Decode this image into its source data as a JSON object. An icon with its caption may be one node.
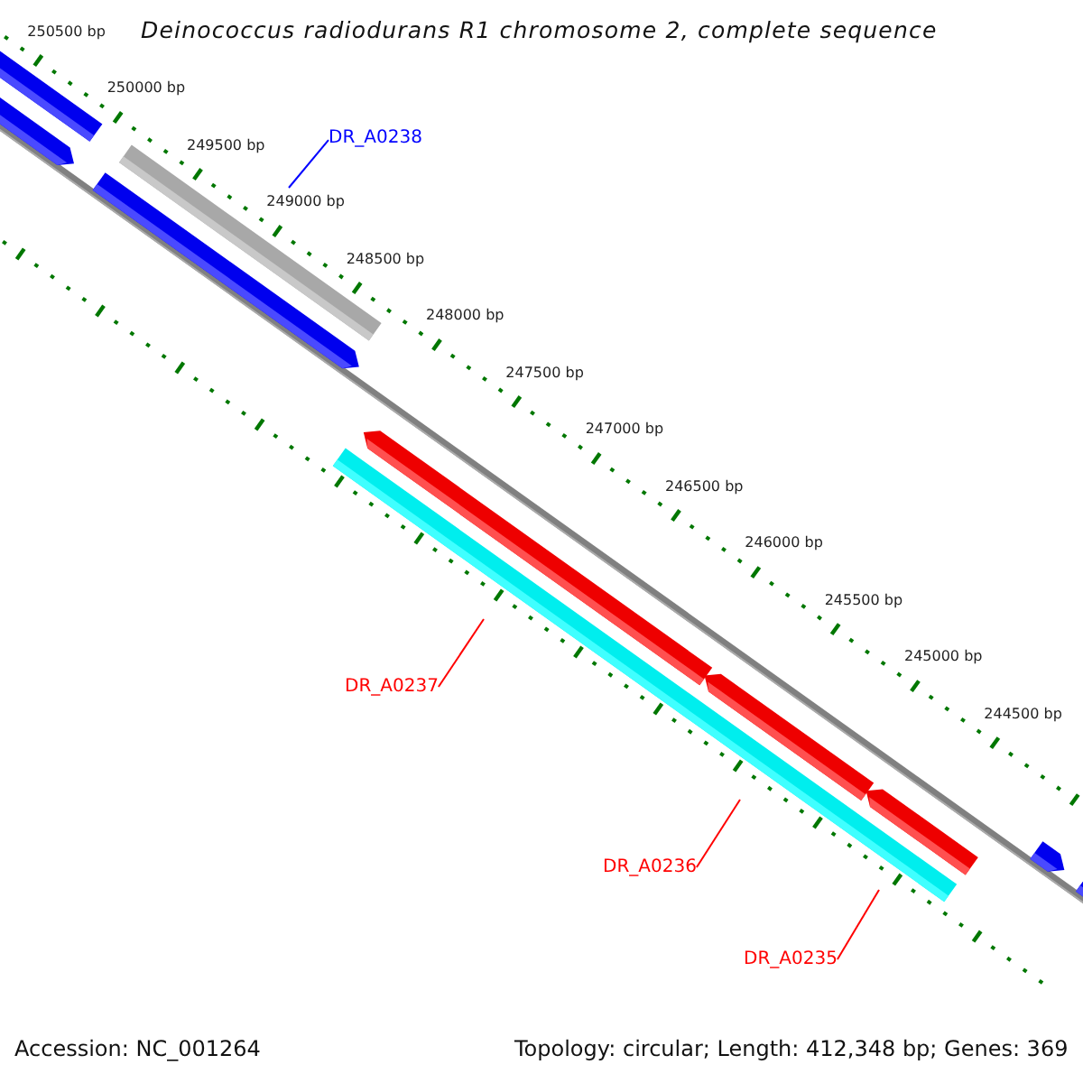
{
  "diagram": {
    "title": "Deinococcus radiodurans R1 chromosome 2, complete sequence",
    "nodes": [
      {
        "text": [
          "DR_A0238"
        ]
      },
      {
        "text": [
          "DR_A0237"
        ]
      },
      {
        "text": [
          "DR_A0236"
        ]
      },
      {
        "text": [
          "DR_A0235"
        ]
      }
    ],
    "edges": [
      {
        "from": 0,
        "to": null,
        "arrow": "none",
        "color": "#0000ff"
      },
      {
        "from": 1,
        "to": null,
        "arrow": "none"
      },
      {
        "from": 2,
        "to": null,
        "arrow": "none"
      },
      {
        "from": 3,
        "to": null,
        "arrow": "none"
      }
    ],
    "labels": [
      "250500 bp",
      "250000 bp",
      "249500 bp",
      "249000 bp",
      "248500 bp",
      "248000 bp",
      "247500 bp",
      "247000 bp",
      "246500 bp",
      "246000 bp",
      "245500 bp",
      "245000 bp",
      "244500 bp",
      "Accession: NC_001264",
      "Topology: circular; Length: 412,348 bp; Genes: 369"
    ]
  }
}
